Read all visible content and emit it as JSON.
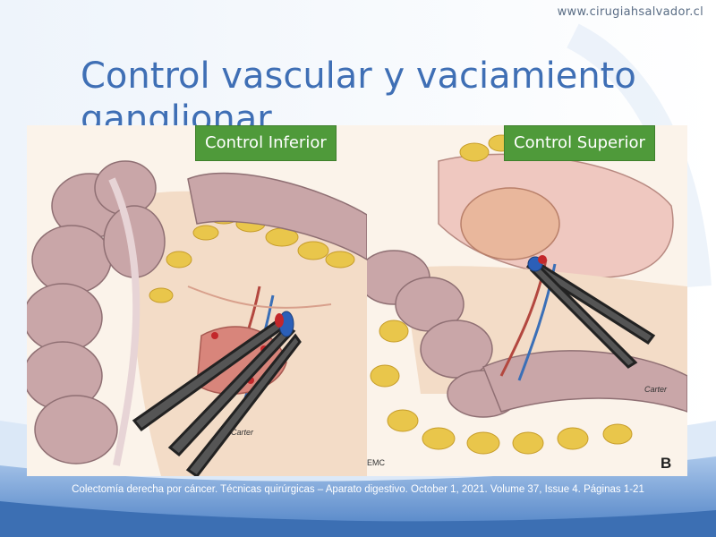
{
  "header": {
    "site_url": "www.cirugiahsalvador.cl"
  },
  "slide": {
    "title": "Control vascular y vaciamiento ganglionar"
  },
  "illustrations": {
    "left": {
      "label": "Control Inferior",
      "signature": "Carter"
    },
    "right": {
      "label": "Control Superior",
      "signature_top": "Carter",
      "signature_bottom": "EMC",
      "panel_letter": "B"
    }
  },
  "footer": {
    "citation": "Colectomía derecha por cáncer. Técnicas quirúrgicas – Aparato digestivo. October 1, 2021. Volume 37, Issue 4. Páginas 1-21"
  },
  "colors": {
    "title": "#3f6fb5",
    "label_bg": "#4f9a3a",
    "footer_band": "#5d8fce",
    "colon": "#c9a6a8",
    "fat": "#e9c64b",
    "mesentery": "#f3dcc7"
  }
}
